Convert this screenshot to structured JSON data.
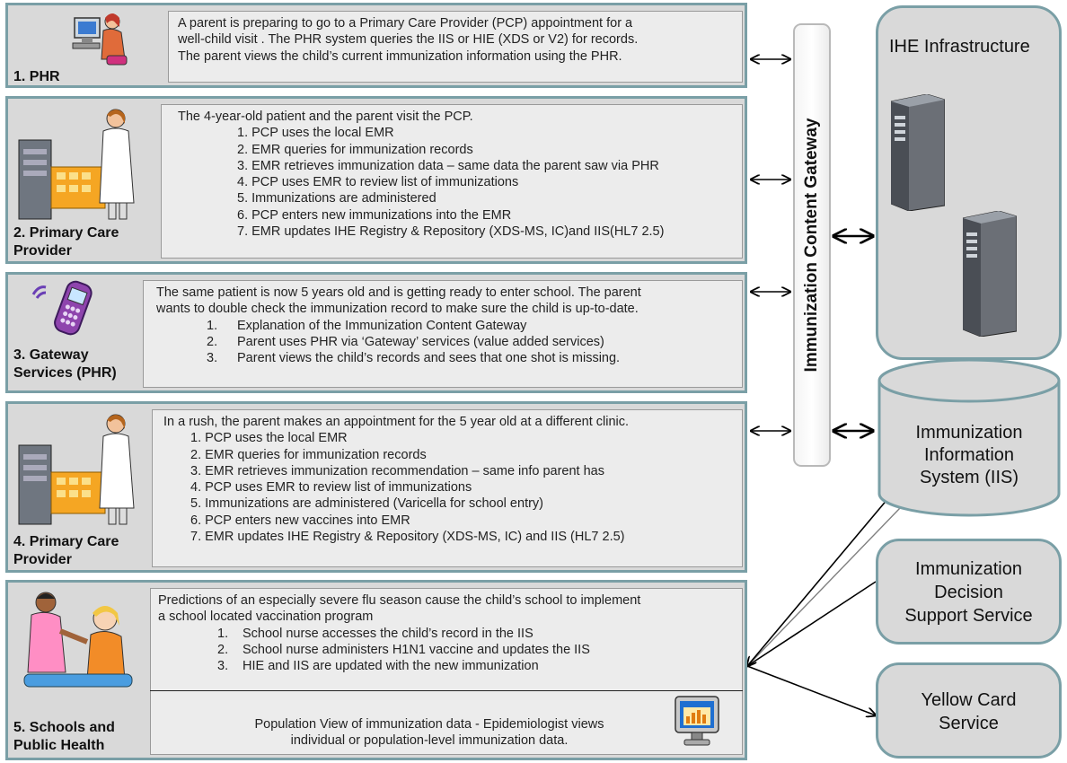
{
  "rows": [
    {
      "label": "1. PHR",
      "intro": [
        "A parent is preparing to go to a Primary Care Provider (PCP) appointment for  a",
        "well-child visit .  The PHR system queries the IIS or HIE (XDS or V2) for records.",
        "The parent views the child’s current immunization information using the PHR."
      ]
    },
    {
      "label_lines": [
        "2. Primary Care",
        "Provider"
      ],
      "intro": "The 4-year-old patient and the parent visit the PCP.",
      "steps": [
        "1. PCP uses the local EMR",
        "2. EMR queries for immunization records",
        "3. EMR retrieves immunization data – same data the parent saw via PHR",
        "4. PCP uses EMR to review list of immunizations",
        "5. Immunizations are administered",
        "6. PCP enters new immunizations into the  EMR",
        "7. EMR updates IHE Registry & Repository (XDS-MS, IC)and  IIS(HL7 2.5)"
      ]
    },
    {
      "label_lines": [
        "3. Gateway",
        "Services (PHR)"
      ],
      "intro": [
        "The same patient is now 5 years old and is getting ready to enter school. The parent",
        "wants to double check  the immunization record to make sure the child is up-to-date."
      ],
      "steps": [
        {
          "num": "1.",
          "text": "Explanation of the Immunization Content Gateway"
        },
        {
          "num": "2.",
          "text": "Parent uses PHR via ‘Gateway’ services (value added services)"
        },
        {
          "num": "3.",
          "text": "Parent views the child’s records and sees that one shot is missing."
        }
      ]
    },
    {
      "label_lines": [
        "4. Primary Care",
        "Provider"
      ],
      "intro": "In a rush, the parent makes an appointment for the 5 year old at a different  clinic.",
      "steps": [
        "1. PCP uses the local EMR",
        "2. EMR queries for immunization records",
        "3. EMR retrieves immunization recommendation – same info parent has",
        "4. PCP uses EMR to review list of immunizations",
        "5. Immunizations are administered (Varicella for school entry)",
        "6. PCP enters new vaccines into  EMR",
        "7. EMR updates IHE Registry & Repository (XDS-MS, IC) and IIS (HL7 2.5)"
      ]
    },
    {
      "label_lines": [
        "5. Schools and",
        "Public Health"
      ],
      "intro": [
        "Predictions of an especially severe flu season cause the child’s school to implement",
        "a school located vaccination program"
      ],
      "steps": [
        {
          "num": "1.",
          "text": "School nurse accesses the child’s record in the IIS"
        },
        {
          "num": "2.",
          "text": "School nurse administers H1N1 vaccine and updates the IIS"
        },
        {
          "num": "3.",
          "text": "HIE and IIS are updated with the new immunization"
        }
      ],
      "population_text": [
        "Population View of immunization data -    Epidemiologist views",
        "individual or population-level immunization data."
      ]
    }
  ],
  "gateway_label": "Immunization Content Gateway",
  "right": {
    "ihe": "IHE Infrastructure",
    "iis": [
      "Immunization",
      "Information",
      "System (IIS)"
    ],
    "idss": [
      "Immunization",
      "Decision",
      "Support Service"
    ],
    "yellow": [
      "Yellow Card",
      "Service"
    ]
  },
  "colors": {
    "panel_fill": "#d9d9d9",
    "panel_border": "#7a9fa6",
    "text_box_fill": "#ececec"
  }
}
